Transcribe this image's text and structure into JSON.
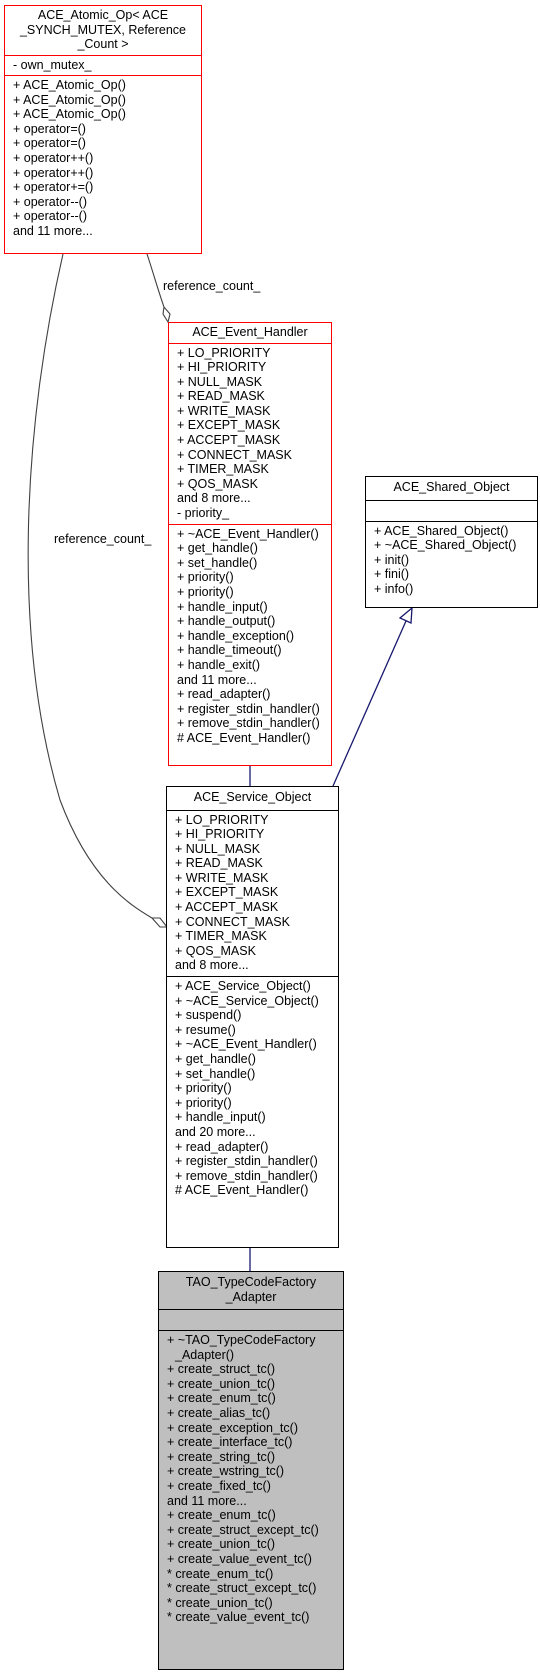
{
  "atomic_op": {
    "title": [
      "ACE_Atomic_Op< ACE",
      "_SYNCH_MUTEX, Reference",
      "_Count >"
    ],
    "attributes": [
      "- own_mutex_"
    ],
    "methods": [
      "+ ACE_Atomic_Op()",
      "+ ACE_Atomic_Op()",
      "+ ACE_Atomic_Op()",
      "+ operator=()",
      "+ operator=()",
      "+ operator++()",
      "+ operator++()",
      "+ operator+=()",
      "+ operator--()",
      "+ operator--()",
      "and 11 more..."
    ]
  },
  "event_handler": {
    "title": [
      "ACE_Event_Handler"
    ],
    "attributes": [
      "+ LO_PRIORITY",
      "+ HI_PRIORITY",
      "+ NULL_MASK",
      "+ READ_MASK",
      "+ WRITE_MASK",
      "+ EXCEPT_MASK",
      "+ ACCEPT_MASK",
      "+ CONNECT_MASK",
      "+ TIMER_MASK",
      "+ QOS_MASK",
      "and 8 more...",
      "- priority_"
    ],
    "methods": [
      "+ ~ACE_Event_Handler()",
      "+ get_handle()",
      "+ set_handle()",
      "+ priority()",
      "+ priority()",
      "+ handle_input()",
      "+ handle_output()",
      "+ handle_exception()",
      "+ handle_timeout()",
      "+ handle_exit()",
      "and 11 more...",
      "+ read_adapter()",
      "+ register_stdin_handler()",
      "+ remove_stdin_handler()",
      "# ACE_Event_Handler()"
    ]
  },
  "shared_object": {
    "title": [
      "ACE_Shared_Object"
    ],
    "attributes": [],
    "methods": [
      "+ ACE_Shared_Object()",
      "+ ~ACE_Shared_Object()",
      "+ init()",
      "+ fini()",
      "+ info()"
    ]
  },
  "service_object": {
    "title": [
      "ACE_Service_Object"
    ],
    "attributes": [
      "+ LO_PRIORITY",
      "+ HI_PRIORITY",
      "+ NULL_MASK",
      "+ READ_MASK",
      "+ WRITE_MASK",
      "+ EXCEPT_MASK",
      "+ ACCEPT_MASK",
      "+ CONNECT_MASK",
      "+ TIMER_MASK",
      "+ QOS_MASK",
      "and 8 more..."
    ],
    "methods": [
      "+ ACE_Service_Object()",
      "+ ~ACE_Service_Object()",
      "+ suspend()",
      "+ resume()",
      "+ ~ACE_Event_Handler()",
      "+ get_handle()",
      "+ set_handle()",
      "+ priority()",
      "+ priority()",
      "+ handle_input()",
      "and 20 more...",
      "+ read_adapter()",
      "+ register_stdin_handler()",
      "+ remove_stdin_handler()",
      "# ACE_Event_Handler()"
    ]
  },
  "typecode_factory": {
    "title": [
      "TAO_TypeCodeFactory",
      "_Adapter"
    ],
    "attributes": [],
    "methods": [
      "+ ~TAO_TypeCodeFactory",
      "_Adapter()",
      "+ create_struct_tc()",
      "+ create_union_tc()",
      "+ create_enum_tc()",
      "+ create_alias_tc()",
      "+ create_exception_tc()",
      "+ create_interface_tc()",
      "+ create_string_tc()",
      "+ create_wstring_tc()",
      "+ create_fixed_tc()",
      "and 11 more...",
      "+ create_enum_tc()",
      "+ create_struct_except_tc()",
      "+ create_union_tc()",
      "+ create_value_event_tc()",
      "* create_enum_tc()",
      "* create_struct_except_tc()",
      "* create_union_tc()",
      "* create_value_event_tc()"
    ]
  },
  "edge_labels": {
    "reference_count_top": "reference_count_",
    "reference_count_left": "reference_count_"
  },
  "colors": {
    "red_border": "#ff0000",
    "black_border": "#000000",
    "navy_edge": "#191970",
    "gray_edge": "#404040",
    "highlight_fill": "#bfbfbf"
  }
}
